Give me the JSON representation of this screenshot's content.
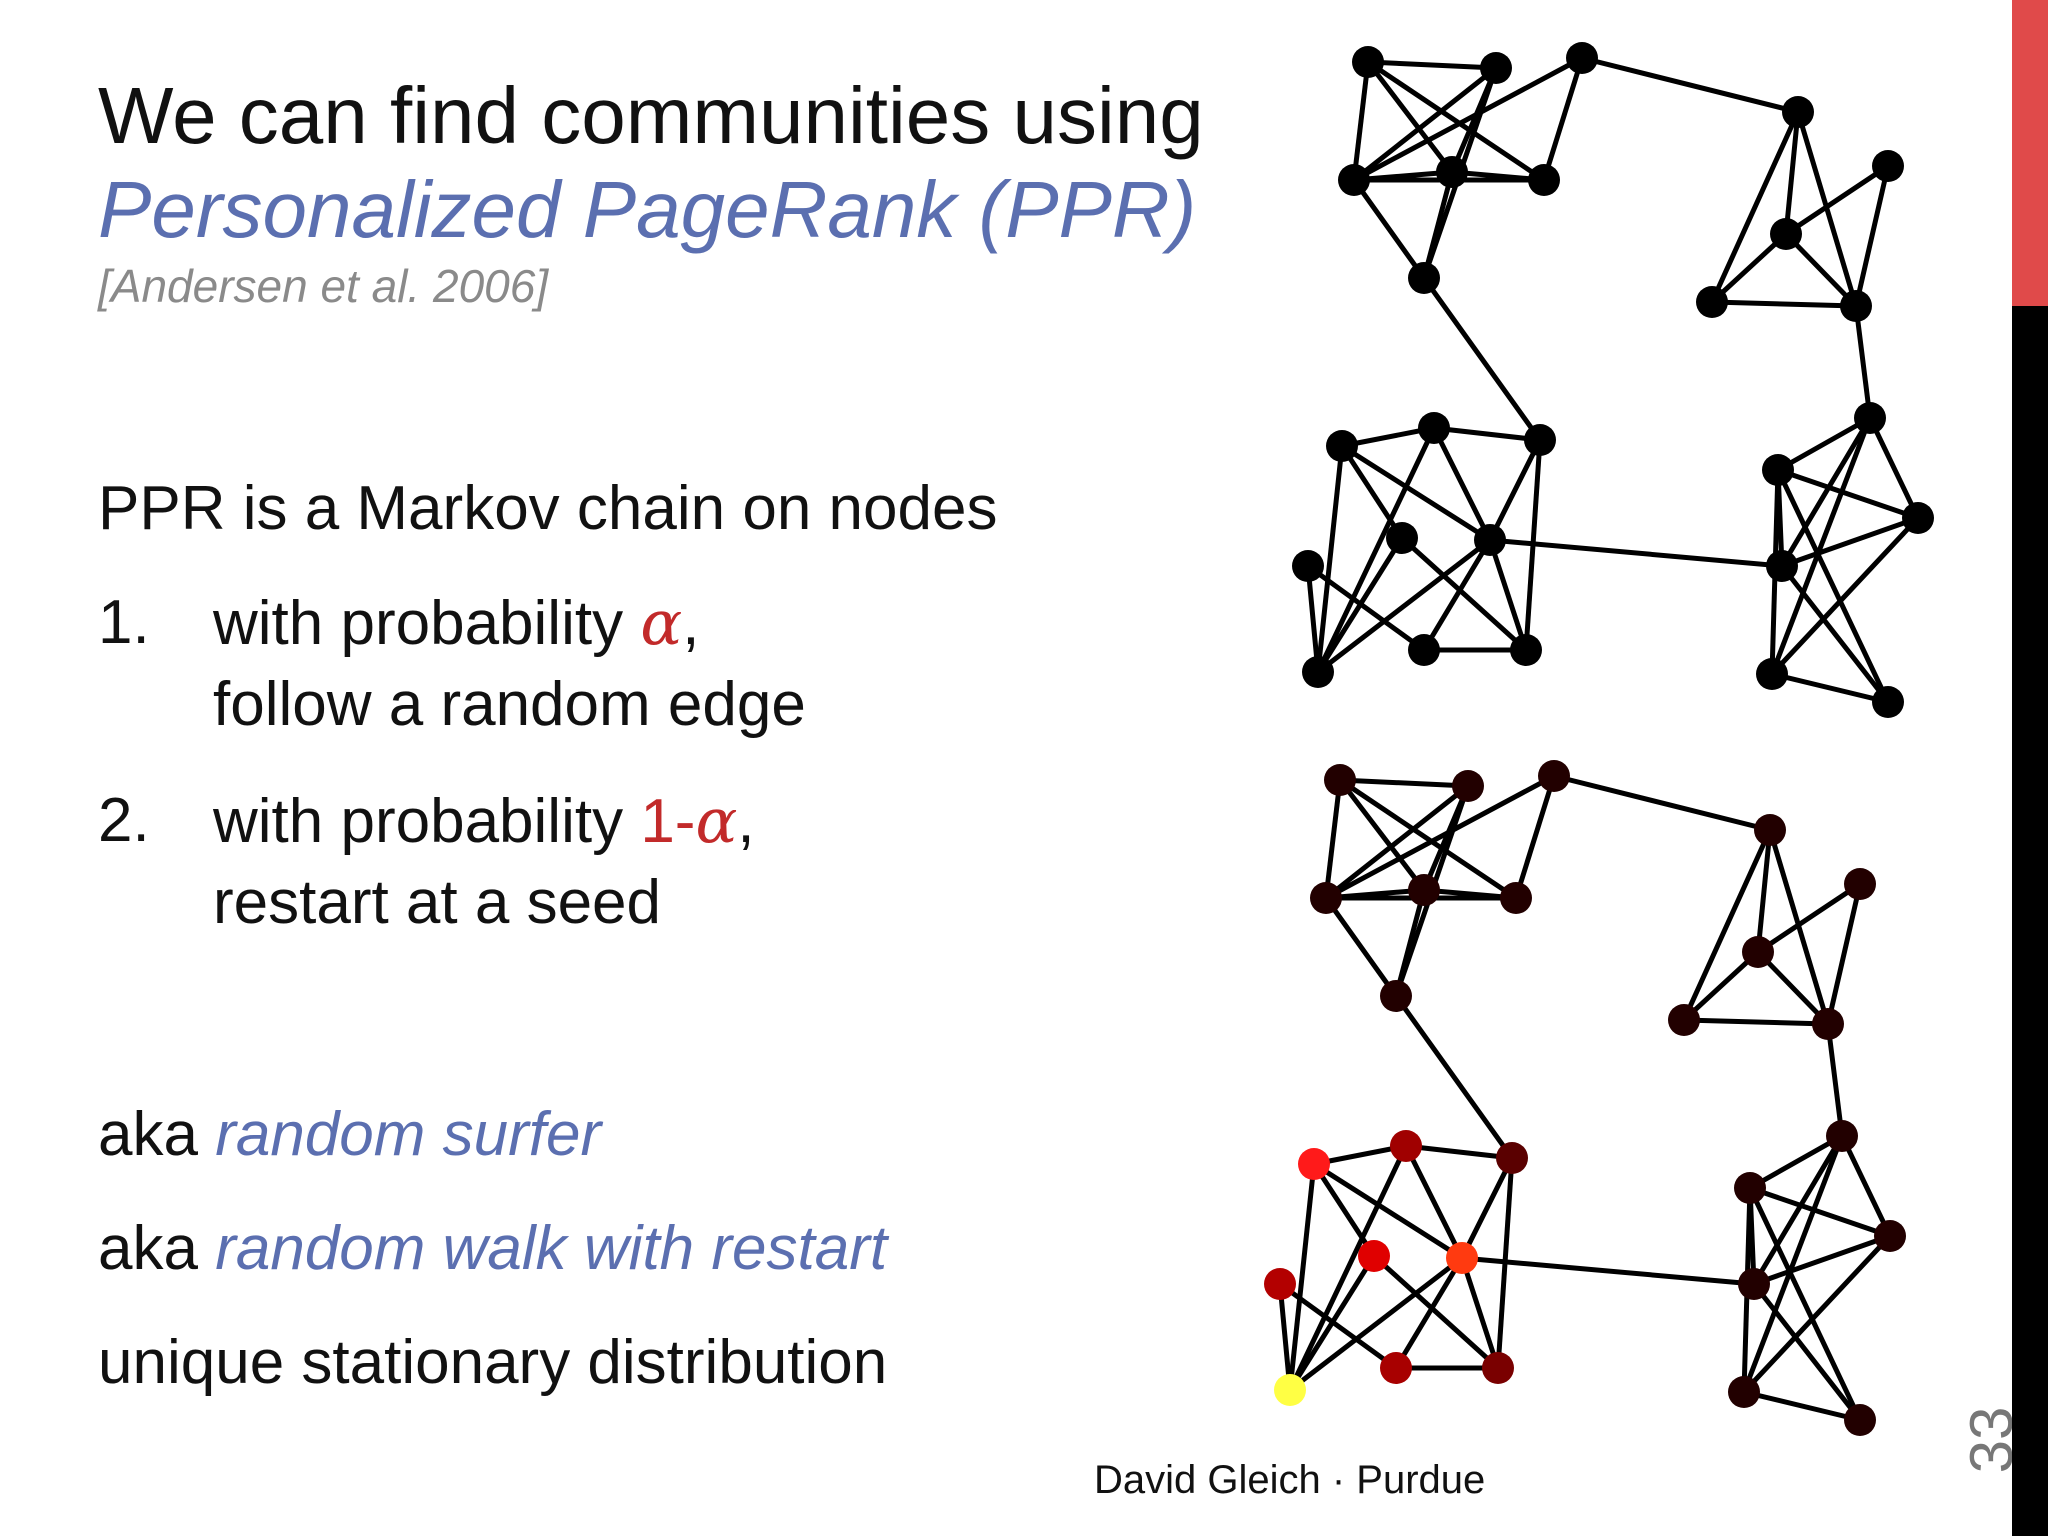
{
  "slide": {
    "title_line1": "We can find communities using",
    "title_line2": "Personalized PageRank (PPR)",
    "citation": "[Andersen et al. 2006]",
    "intro": "PPR is a Markov chain on nodes",
    "items": [
      {
        "number": "1.",
        "line1_prefix": "with probability ",
        "line1_symbol": "α",
        "line1_suffix": ",",
        "line2": "follow a random edge"
      },
      {
        "number": "2.",
        "line1_prefix": "with probability ",
        "line1_red": "1-",
        "line1_symbol": "α",
        "line1_suffix": ",",
        "line2": "restart at a seed"
      }
    ],
    "aka1_prefix": "aka ",
    "aka1_term": "random surfer",
    "aka2_prefix": "aka ",
    "aka2_term": "random walk with restart",
    "closing": "unique stationary distribution",
    "footer": "David Gleich · Purdue",
    "page_number": "33"
  },
  "colors": {
    "accent_blue": "#5b6fb0",
    "accent_red": "#c22a2a",
    "bar_red": "#e04a4a",
    "node_black": "#000000",
    "node_dark": "#220000",
    "node_seed": "#ffff44"
  }
}
